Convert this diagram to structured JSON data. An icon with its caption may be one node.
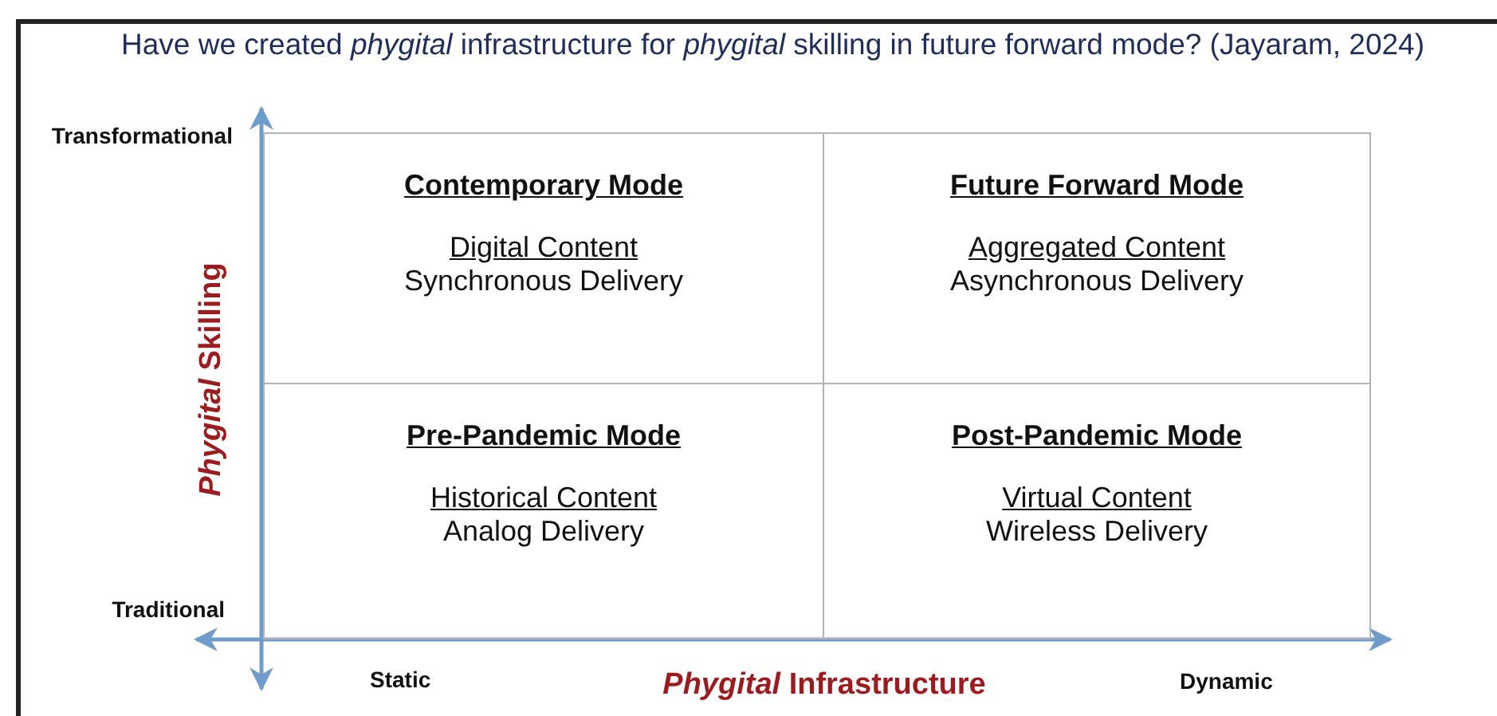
{
  "diagram": {
    "title": "Have we created *phygital* infrastructure for *phygital* skilling in future forward mode? (Jayaram, 2024)",
    "nodes": [
      {
        "text": [
          "Contemporary Mode",
          "Digital Content",
          "Synchronous Delivery"
        ]
      },
      {
        "text": [
          "Future Forward Mode",
          "Aggregated Content",
          "Asynchronous Delivery"
        ]
      },
      {
        "text": [
          "Pre-Pandemic Mode",
          "Historical Content",
          "Analog Delivery"
        ]
      },
      {
        "text": [
          "Post-Pandemic Mode",
          "Virtual Content",
          "Wireless Delivery"
        ]
      }
    ],
    "edges": [],
    "labels": [
      "Transformational",
      "*Phygital* Skilling",
      "Traditional",
      "Static",
      "*Phygital* Infrastructure",
      "Dynamic"
    ]
  }
}
